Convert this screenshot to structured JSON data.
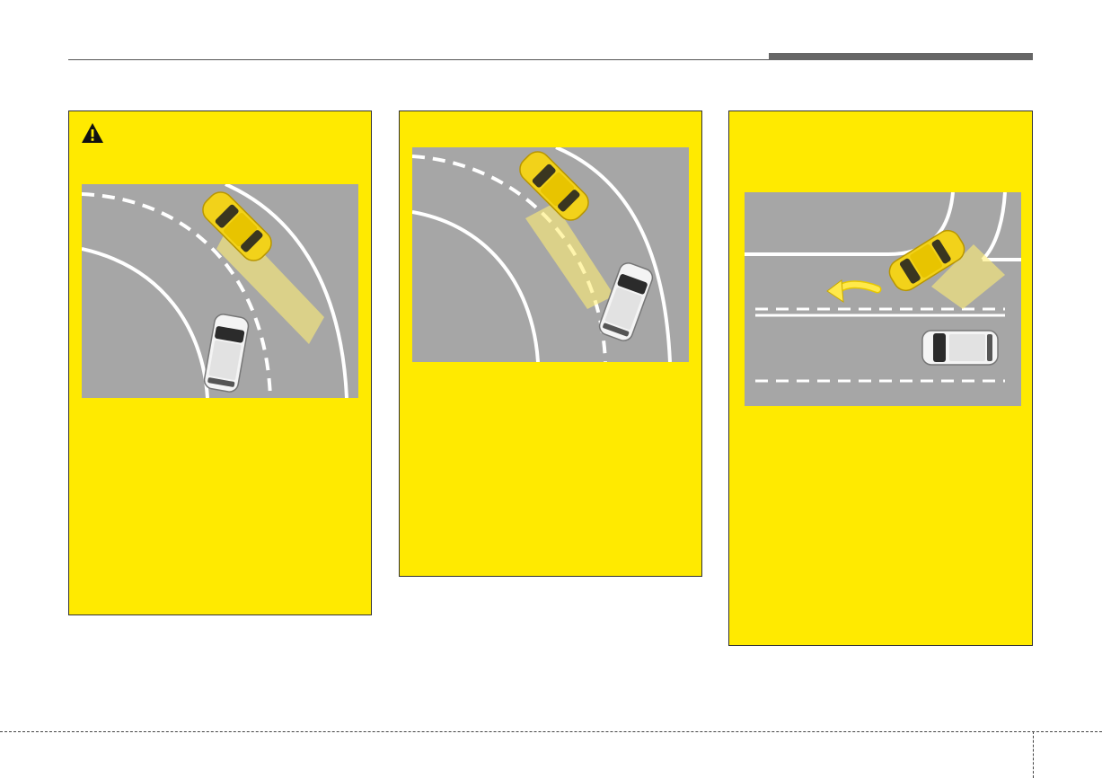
{
  "page": {
    "accent_color": "#ffea00",
    "road_color": "#a6a6a6",
    "header_rule_color": "#555555",
    "header_bar_color": "#666666"
  },
  "panels": [
    {
      "icon": "warning-icon",
      "illustration": "curved-road-rear-car-detection-zone"
    },
    {
      "illustration": "curved-road-rear-car-detection-zone-close"
    },
    {
      "illustration": "exiting-parking-lot-cross-traffic",
      "arrow": "left-turn-arrow"
    }
  ]
}
